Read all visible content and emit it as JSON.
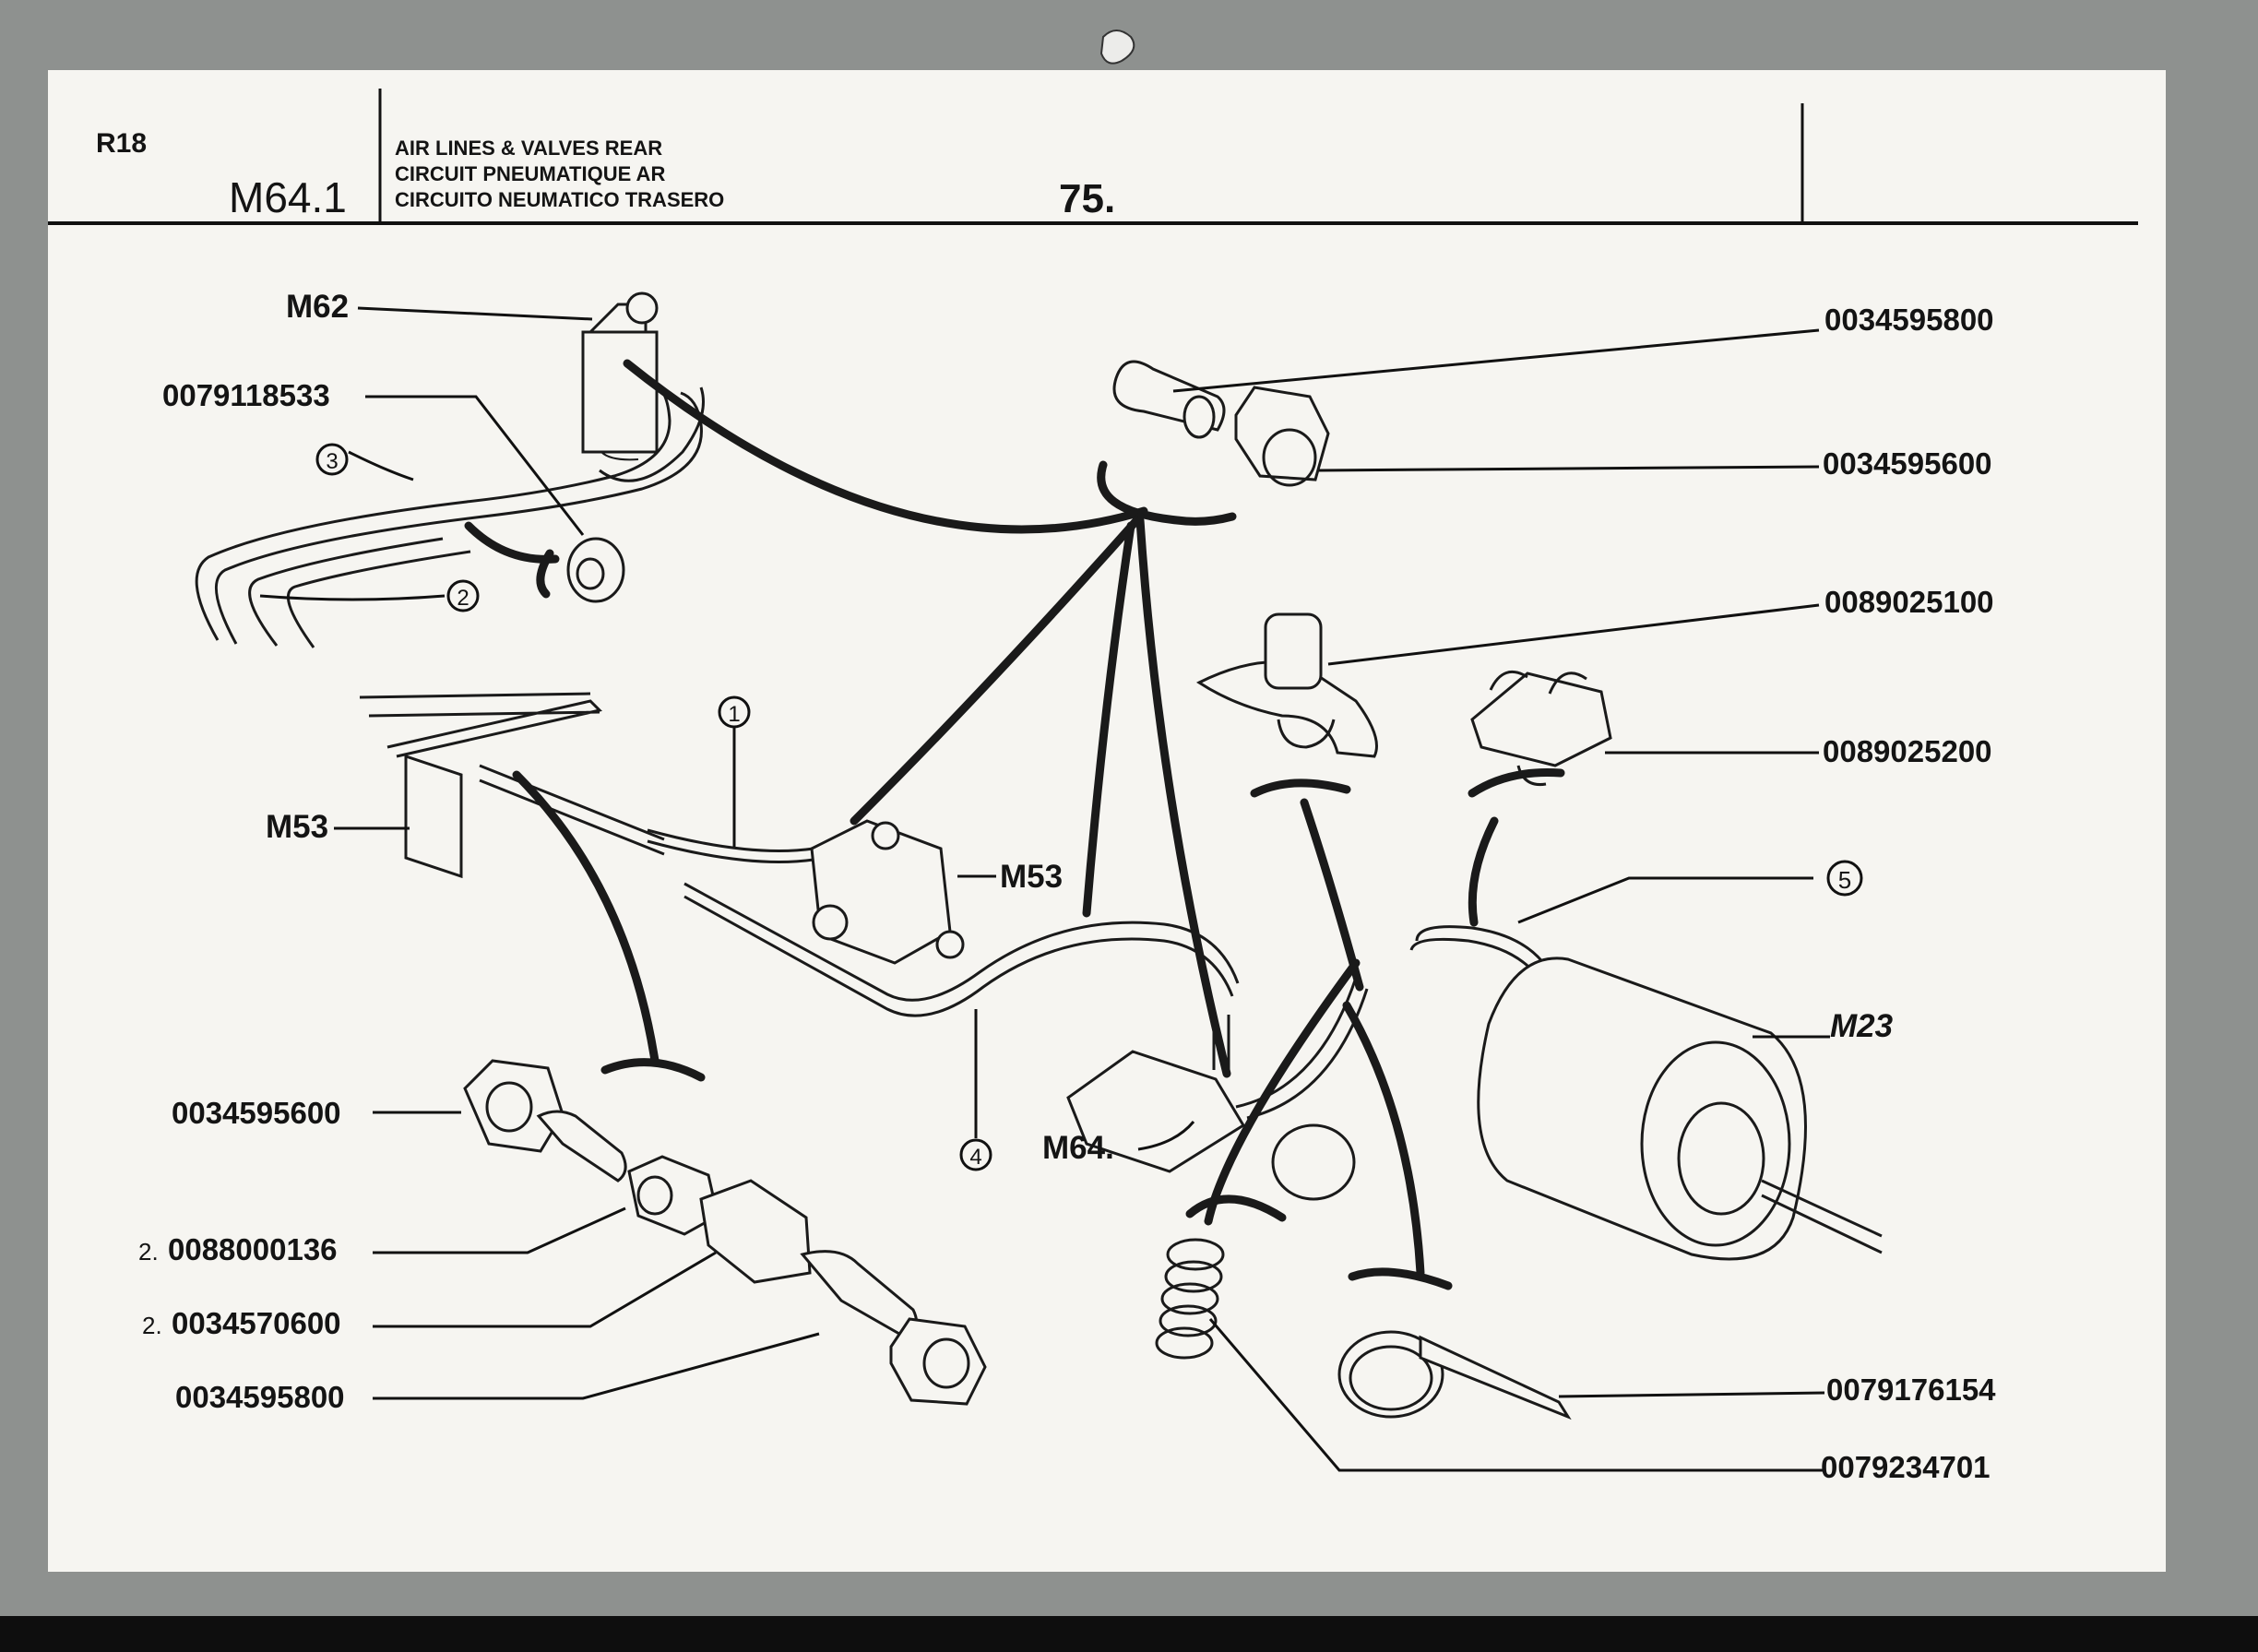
{
  "header": {
    "model": "R18",
    "section": "M64.1",
    "title_lines": [
      "AIR LINES & VALVES REAR",
      "CIRCUIT PNEUMATIQUE AR",
      "CIRCUITO NEUMATICO TRASERO"
    ],
    "page": "75."
  },
  "refs": {
    "m62": "M62",
    "m53_left": "M53",
    "m53_valve": "M53",
    "m64": "M64.",
    "m23": "M23"
  },
  "callouts": {
    "c1": "1",
    "c2": "2",
    "c3": "3",
    "c4": "4",
    "c5": "5"
  },
  "parts_left": {
    "p1": "0079118533",
    "p2": "0034595600",
    "p3_qty": "2.",
    "p3": "0088000136",
    "p4_qty": "2.",
    "p4": "0034570600",
    "p5": "0034595800"
  },
  "parts_right": {
    "p1": "0034595800",
    "p2": "0034595600",
    "p3": "0089025100",
    "p4": "0089025200",
    "p5": "0079176154",
    "p6": "0079234701"
  },
  "colors": {
    "paper": "#f6f5f1",
    "background": "#8e918f",
    "ink": "#141414"
  }
}
